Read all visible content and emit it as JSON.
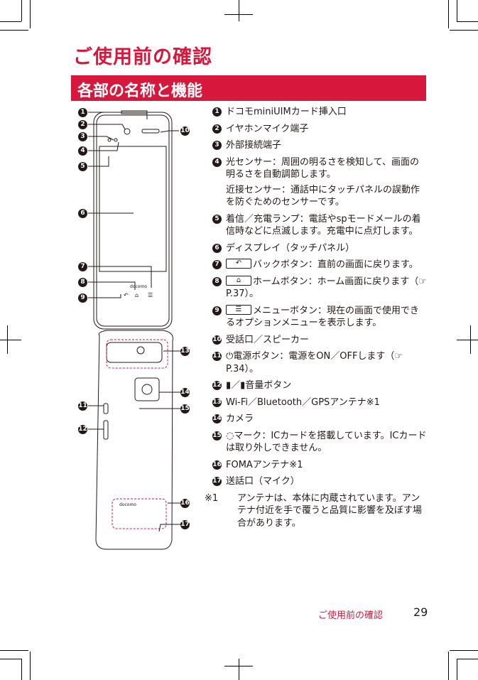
{
  "page": {
    "title": "ご使用前の確認",
    "section": "各部の名称と機能",
    "footer_label": "ご使用前の確認",
    "page_number": "29"
  },
  "items": [
    {
      "num": "1",
      "text": "ドコモminiUIMカード挿入口"
    },
    {
      "num": "2",
      "text": "イヤホンマイク端子"
    },
    {
      "num": "3",
      "text": "外部接続端子"
    },
    {
      "num": "4",
      "text": "光センサー：周囲の明るさを検知して、画面の明るさを自動調節します。",
      "sub": "近接センサー：通話中にタッチパネルの誤動作を防ぐためのセンサーです。"
    },
    {
      "num": "5",
      "text": "着信／充電ランプ：電話やspモードメールの着信時などに点滅します。充電中に点灯します。"
    },
    {
      "num": "6",
      "text": "ディスプレイ（タッチパネル）"
    },
    {
      "num": "7",
      "key": "↶",
      "text": "バックボタン：直前の画面に戻ります。"
    },
    {
      "num": "8",
      "key": "⌂",
      "text": "ホームボタン：ホーム画面に戻ります（☞P.37）。"
    },
    {
      "num": "9",
      "key": "☰",
      "text": "メニューボタン：現在の画面で使用できるオプションメニューを表示します。"
    },
    {
      "num": "10",
      "text": "受話口／スピーカー"
    },
    {
      "num": "11",
      "text": "⏻電源ボタン：電源をON／OFFします（☞P.34）。"
    },
    {
      "num": "12",
      "text": "▮／▮音量ボタン"
    },
    {
      "num": "13",
      "text": "Wi-Fi／Bluetooth／GPSアンテナ※1"
    },
    {
      "num": "14",
      "text": "カメラ"
    },
    {
      "num": "15",
      "text": "◌マーク：ICカードを搭載しています。ICカードは取り外しできません。"
    },
    {
      "num": "16",
      "text": "FOMAアンテナ※1"
    },
    {
      "num": "17",
      "text": "送話口（マイク）"
    }
  ],
  "note": {
    "mark": "※1",
    "text": "アンテナは、本体に内蔵されています。アンテナ付近を手で覆うと品質に影響を及ぼす場合があります。"
  },
  "callouts": [
    "1",
    "2",
    "3",
    "4",
    "5",
    "6",
    "7",
    "8",
    "9",
    "10",
    "11",
    "12",
    "13",
    "14",
    "15",
    "16",
    "17"
  ]
}
